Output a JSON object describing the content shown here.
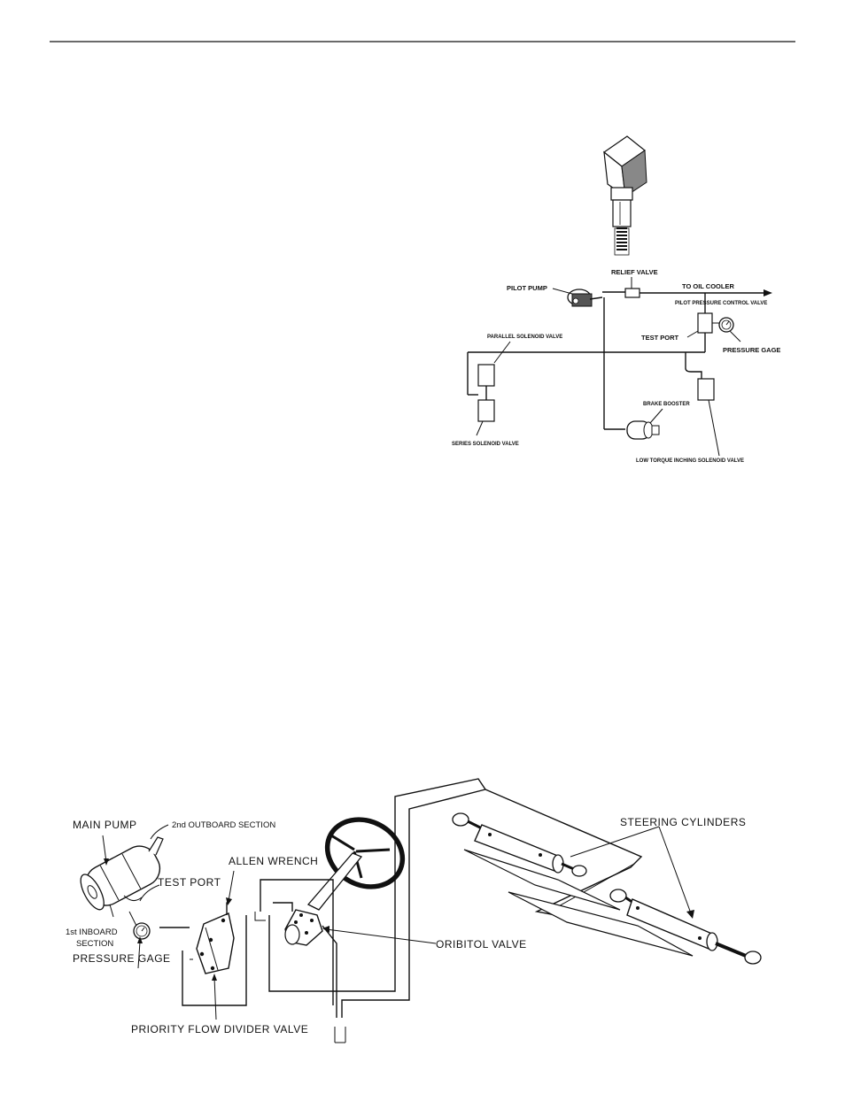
{
  "figure_top": {
    "labels": {
      "relief_valve": "RELIEF VALVE",
      "pilot_pump": "PILOT PUMP",
      "to_oil_cooler": "TO OIL COOLER",
      "pilot_pressure_control_valve": "PILOT PRESSURE CONTROL VALVE",
      "test_port": "TEST PORT",
      "pressure_gage": "PRESSURE GAGE",
      "parallel_solenoid_valve": "PARALLEL SOLENOID VALVE",
      "brake_booster": "BRAKE BOOSTER",
      "series_solenoid_valve": "SERIES SOLENOID VALVE",
      "low_torque_inching_solenoid_valve": "LOW TORQUE INCHING SOLENOID VALVE"
    }
  },
  "figure_bottom": {
    "labels": {
      "main_pump": "MAIN PUMP",
      "outboard_section": "2nd OUTBOARD SECTION",
      "steering_cylinders": "STEERING CYLINDERS",
      "allen_wrench": "ALLEN WRENCH",
      "test_port": "TEST PORT",
      "inboard_section_line1": "1st INBOARD",
      "inboard_section_line2": "SECTION",
      "pressure_gage": "PRESSURE GAGE",
      "oribitol_valve": "ORIBITOL VALVE",
      "priority_flow_divider_valve": "PRIORITY FLOW DIVIDER VALVE"
    }
  }
}
